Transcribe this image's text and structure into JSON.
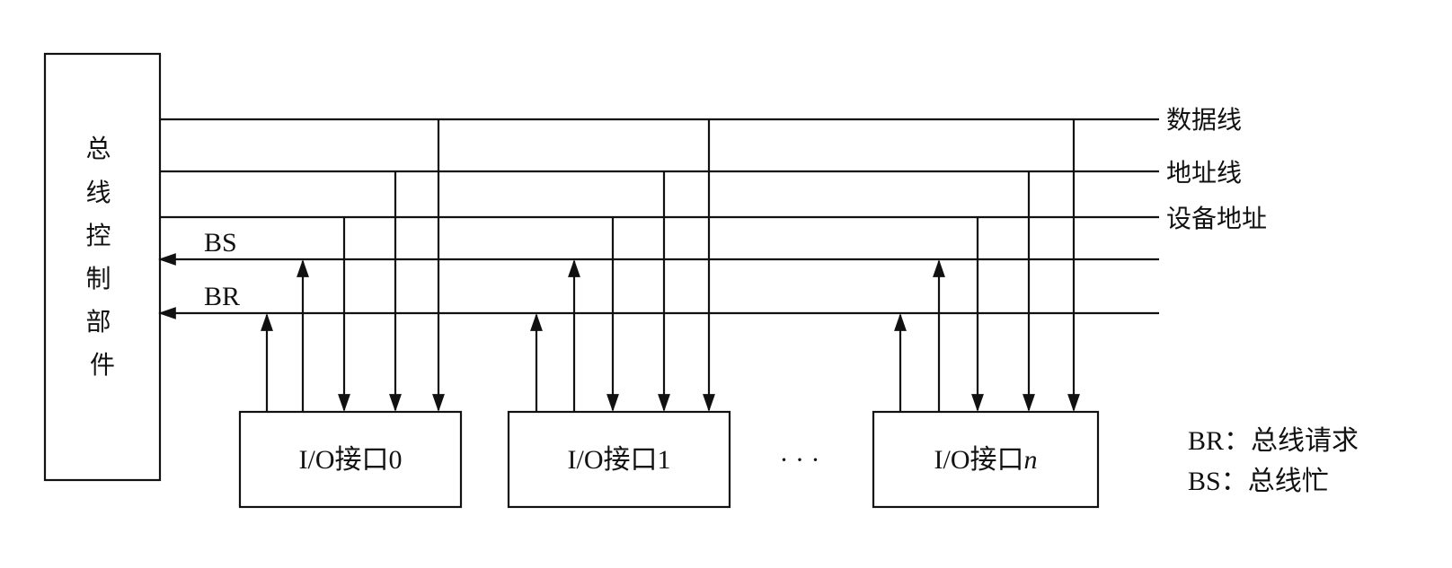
{
  "diagram": {
    "controller_label": "总线控制部件",
    "bus_labels": {
      "data": "数据线",
      "address": "地址线",
      "device_address": "设备地址",
      "bs": "BS",
      "br": "BR"
    },
    "modules": [
      {
        "label": "I/O接口0"
      },
      {
        "label": "I/O接口1"
      },
      {
        "label": "I/O接口n"
      }
    ],
    "ellipsis": "· · ·",
    "legend": {
      "br": "BR：总线请求",
      "bs": "BS：总线忙"
    }
  }
}
